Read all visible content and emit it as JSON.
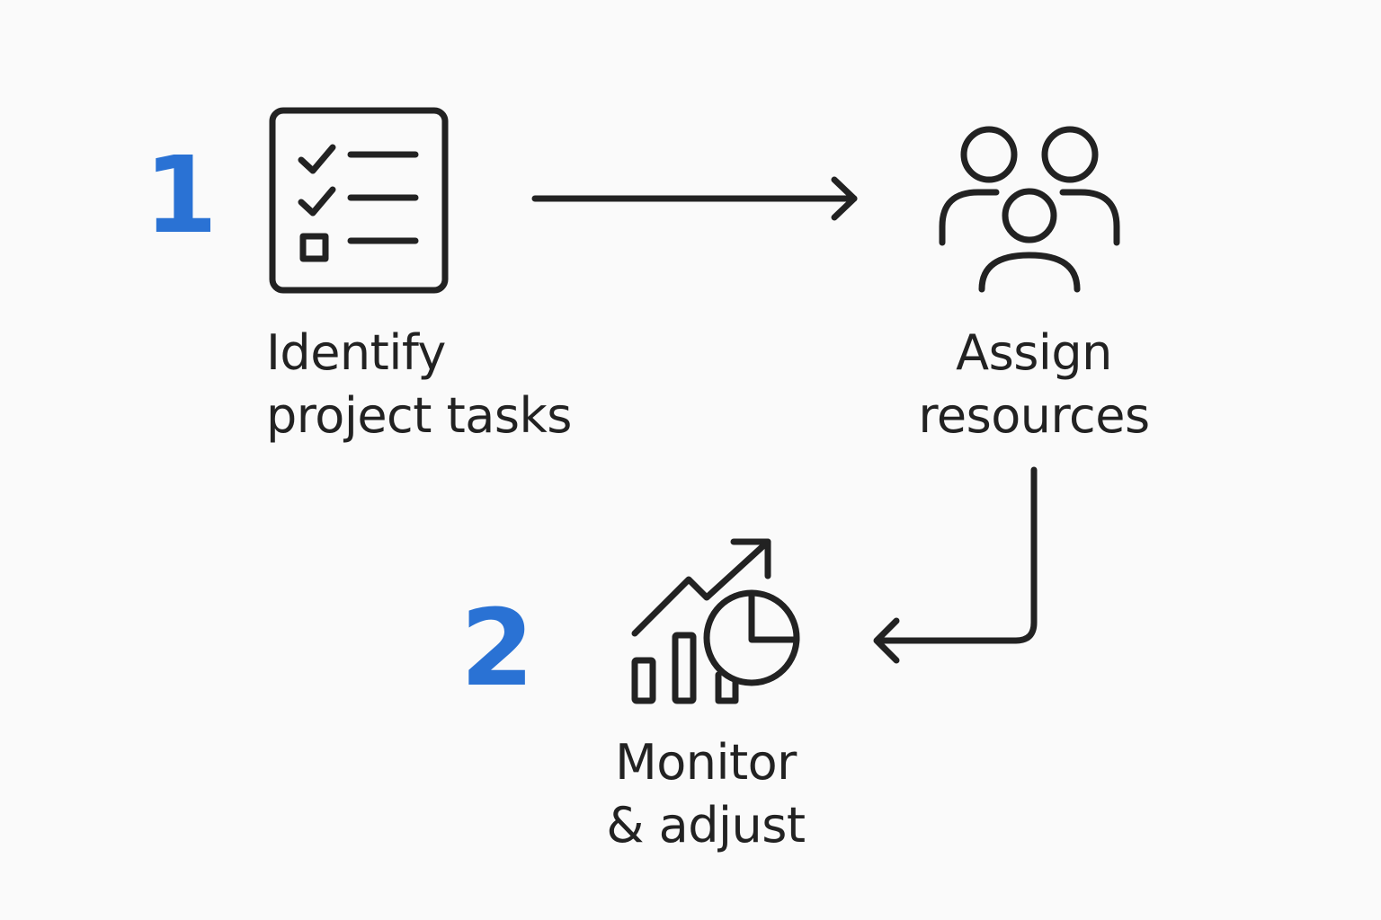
{
  "steps": [
    {
      "number": "1",
      "icon": "checklist-icon",
      "label_lines": [
        "Identify",
        "project tasks"
      ]
    },
    {
      "number": "",
      "icon": "people-icon",
      "label_lines": [
        "Assign",
        "resources"
      ]
    },
    {
      "number": "2",
      "icon": "chart-icon",
      "label_lines": [
        "Monitor",
        "& adjust"
      ]
    }
  ],
  "colors": {
    "accent": "#2a72d4",
    "ink": "#222222",
    "background": "#fafafa"
  }
}
